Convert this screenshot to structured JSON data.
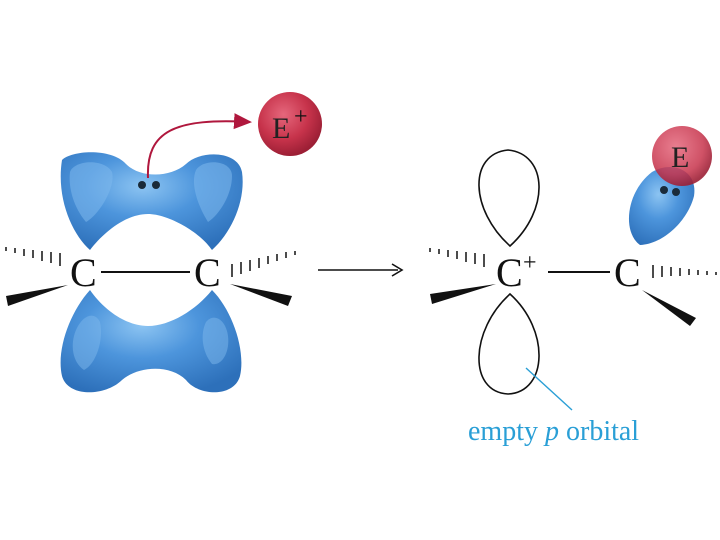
{
  "left": {
    "carbon_left": "C",
    "carbon_right": "C",
    "electrophile": "E",
    "electrophile_charge": "+"
  },
  "right": {
    "carbocation": "C",
    "carbocation_charge": "+",
    "carbon_right": "C",
    "electrophile": "E",
    "p_orbital_label_pre": "empty ",
    "p_orbital_label_italic": "p",
    "p_orbital_label_post": " orbital"
  },
  "colors": {
    "pi_cloud": "#4a90d6",
    "electrophile": "#c8324a",
    "arrow_curved": "#b0173d",
    "label": "#2a9fd6"
  }
}
